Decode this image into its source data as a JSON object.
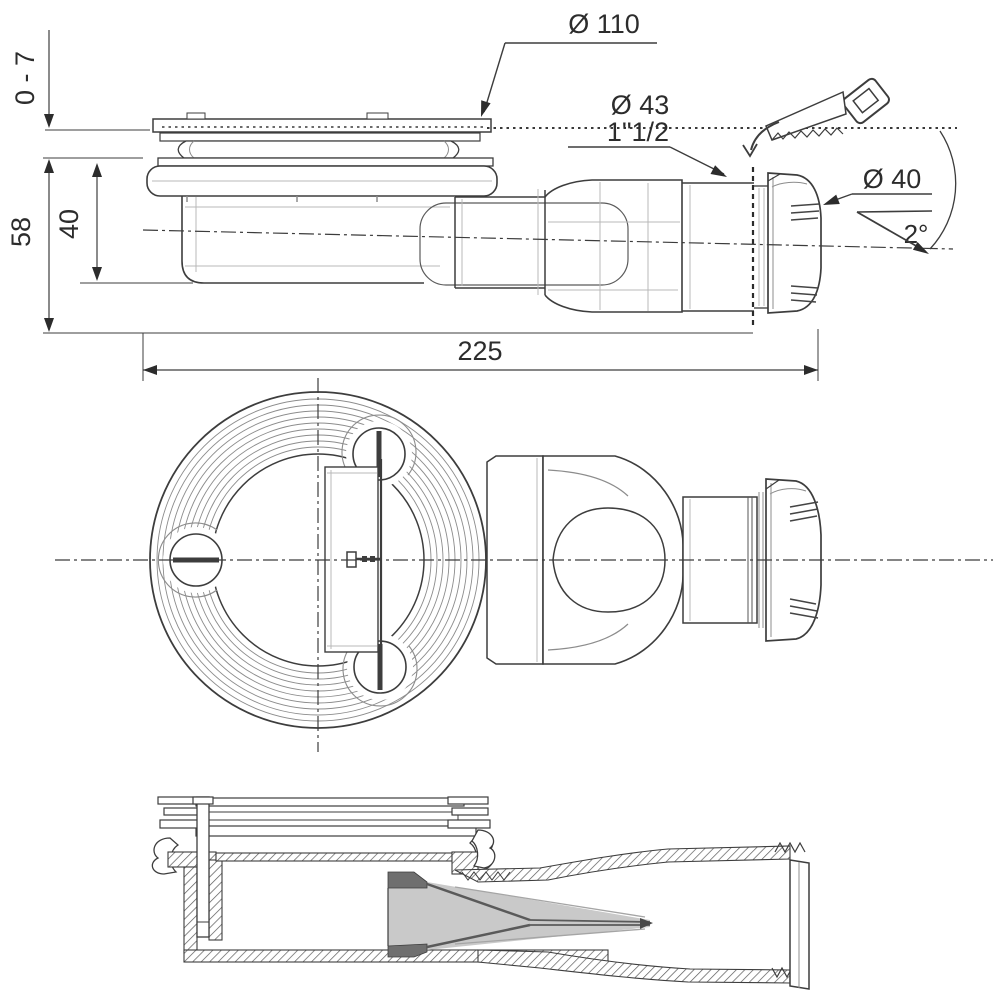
{
  "page": {
    "background": "#ffffff",
    "line_color": "#3d3d3d",
    "membrane_fill": "#c9c9c9",
    "membrane_dark": "#6f6f6f",
    "grate_fill": "#d9d9d9"
  },
  "dimension_labels": {
    "tile_thickness_range": "0 - 7",
    "overall_height": "58",
    "body_depth": "40",
    "flange_diameter": "Ø 110",
    "outlet_diameter": "Ø 43",
    "outlet_thread_size": "1\"1/2",
    "pipe_diameter": "Ø 40",
    "outlet_slope_angle": "2°",
    "overall_length": "225"
  },
  "icons": {
    "saw": "saw-icon",
    "cut_arrow": "cut-direction-arrow-icon"
  },
  "views": {
    "elevation": "side-elevation-view",
    "plan": "top-plan-view",
    "section": "cross-section-view"
  }
}
